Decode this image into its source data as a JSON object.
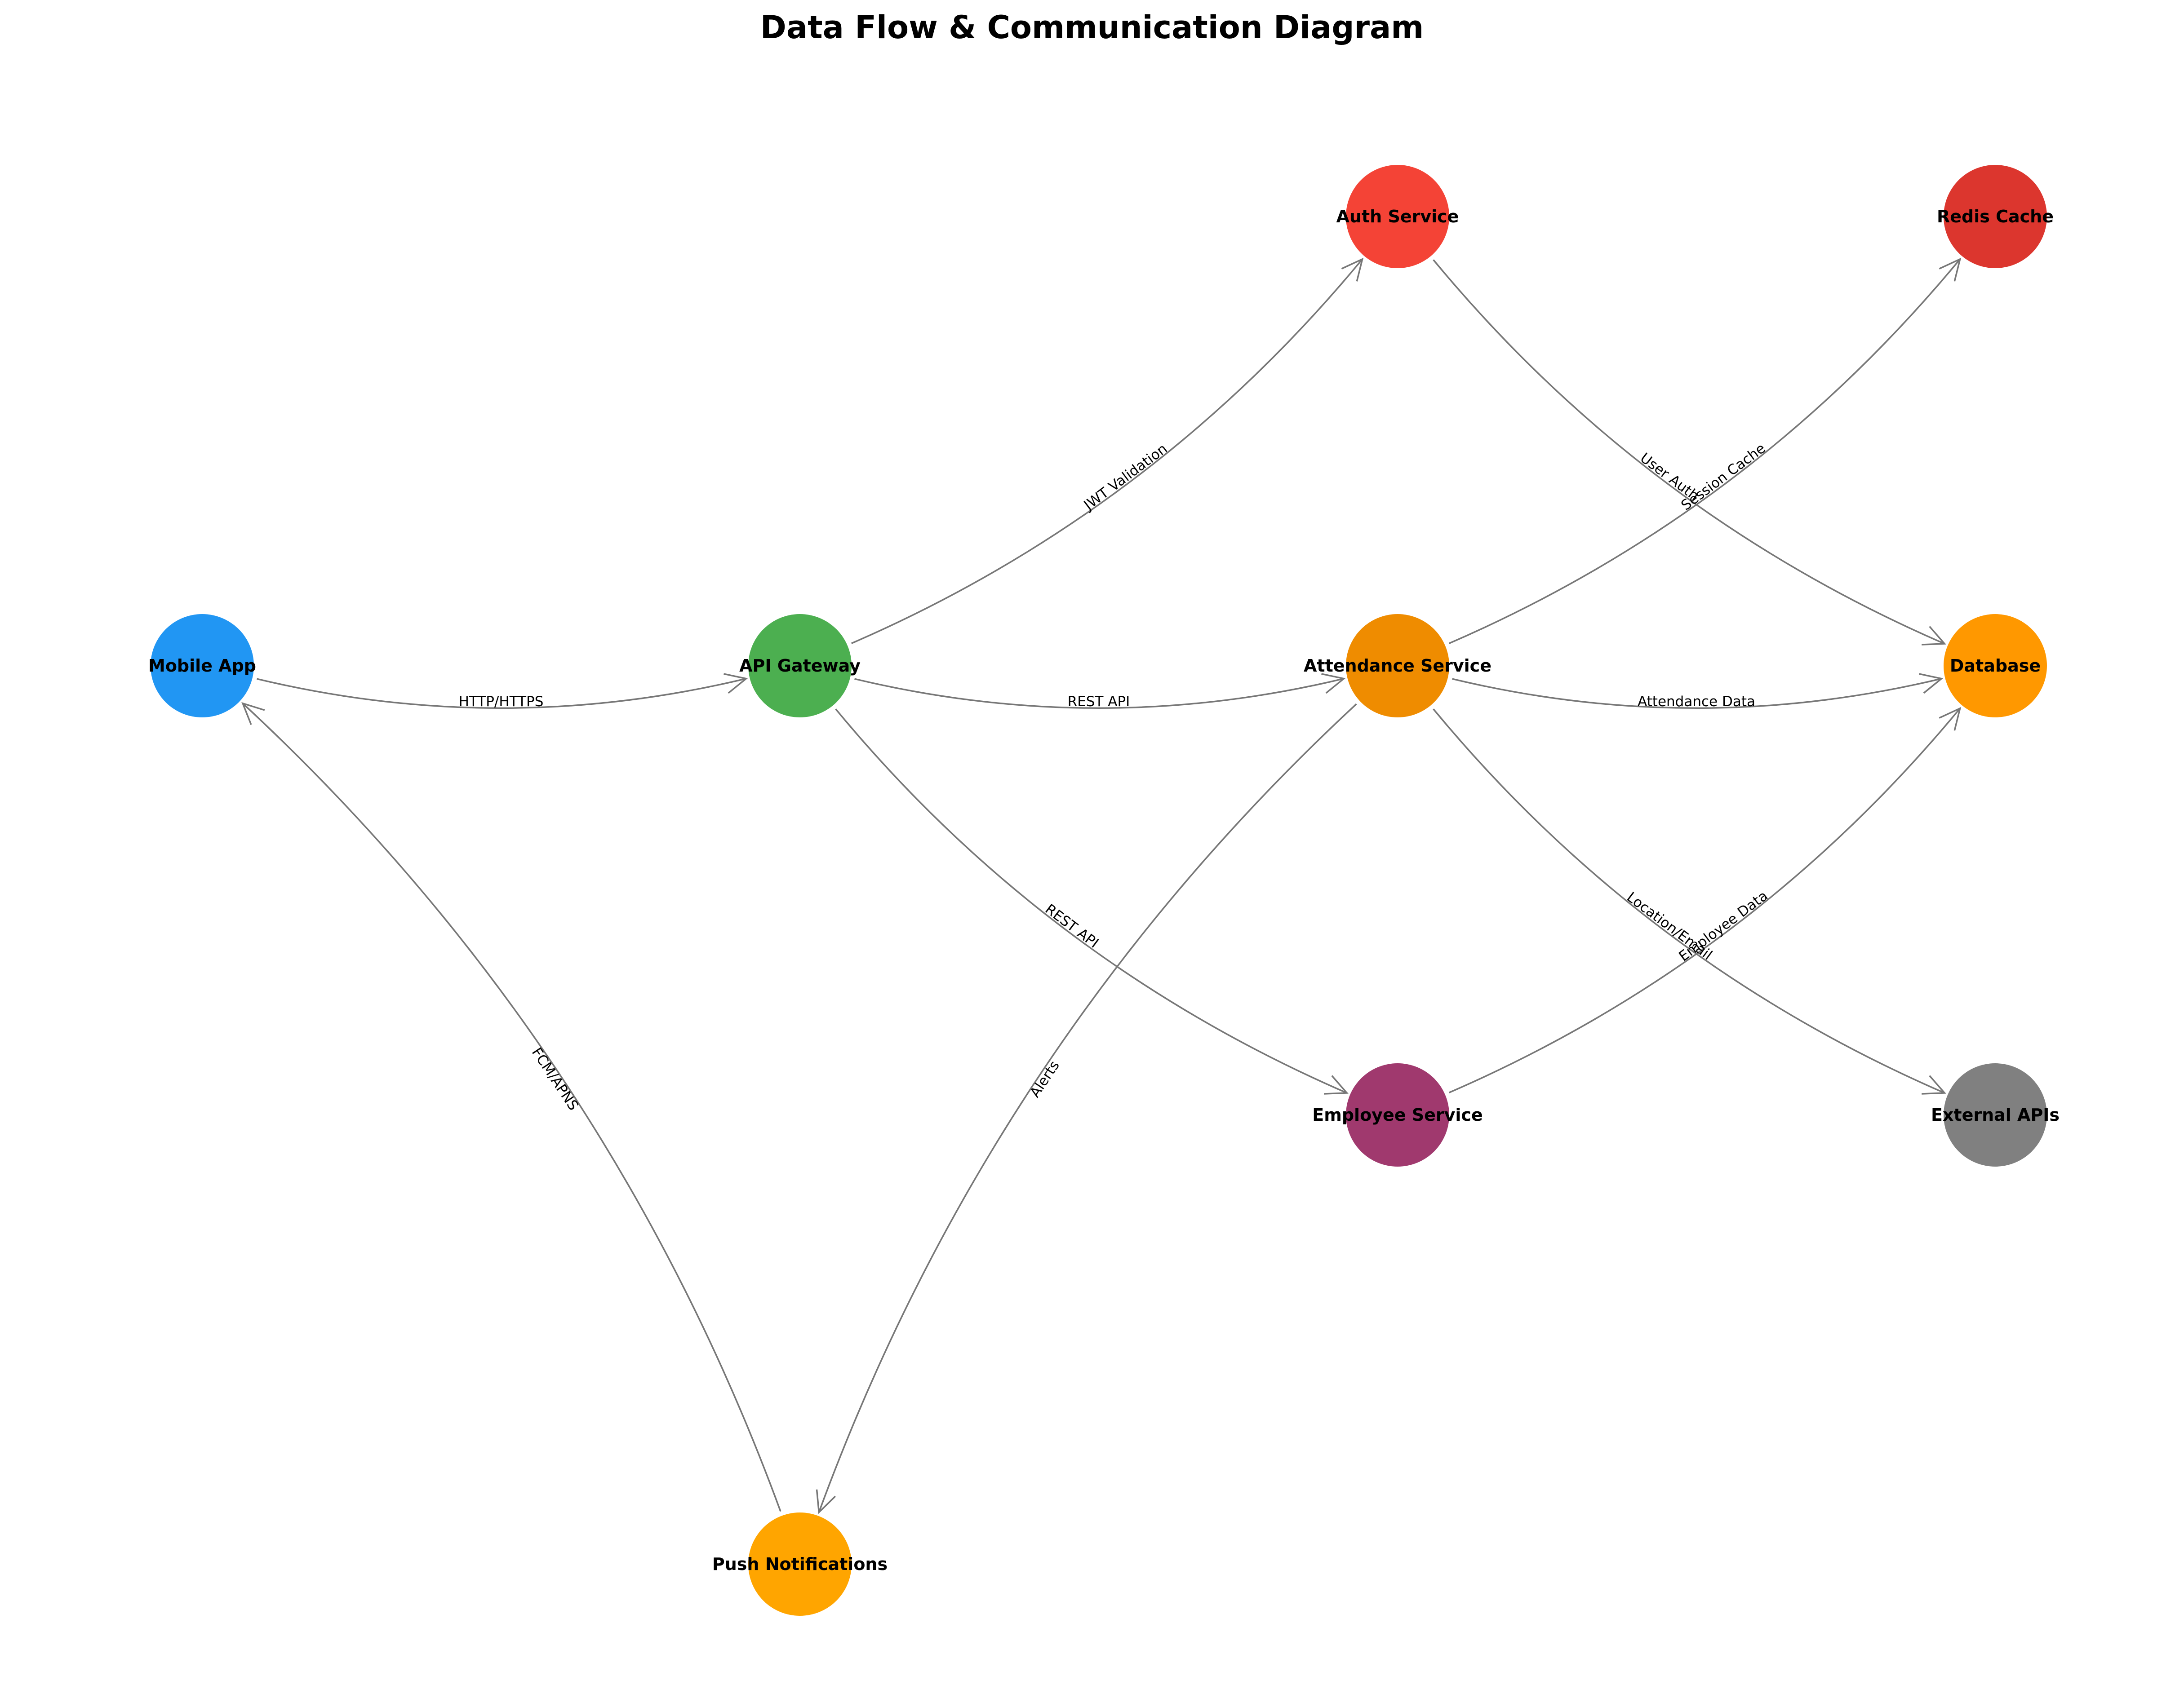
{
  "title": "Data Flow & Communication Diagram",
  "nodes": [
    {
      "id": "mobile",
      "label": "Mobile App",
      "color": "#2196F3"
    },
    {
      "id": "gateway",
      "label": "API Gateway",
      "color": "#4CAF50"
    },
    {
      "id": "auth",
      "label": "Auth Service",
      "color": "#F44336"
    },
    {
      "id": "attendance",
      "label": "Attendance Service",
      "color": "#EF8C00"
    },
    {
      "id": "employee",
      "label": "Employee Service",
      "color": "#A0396E"
    },
    {
      "id": "database",
      "label": "Database",
      "color": "#FF9800"
    },
    {
      "id": "redis",
      "label": "Redis Cache",
      "color": "#DC362E"
    },
    {
      "id": "external",
      "label": "External APIs",
      "color": "#808080"
    },
    {
      "id": "push",
      "label": "Push Notifications",
      "color": "#FFA500"
    }
  ],
  "edges": [
    {
      "from": "mobile",
      "to": "gateway",
      "label": "HTTP/HTTPS"
    },
    {
      "from": "gateway",
      "to": "auth",
      "label": "JWT Validation"
    },
    {
      "from": "gateway",
      "to": "attendance",
      "label": "REST API"
    },
    {
      "from": "gateway",
      "to": "employee",
      "label": "REST API"
    },
    {
      "from": "auth",
      "to": "database",
      "label": "User Auth"
    },
    {
      "from": "attendance",
      "to": "redis",
      "label": "Session Cache"
    },
    {
      "from": "attendance",
      "to": "database",
      "label": "Attendance Data"
    },
    {
      "from": "attendance",
      "to": "external",
      "label": "Location/Email"
    },
    {
      "from": "employee",
      "to": "database",
      "label": "Employee Data"
    },
    {
      "from": "attendance",
      "to": "push",
      "label": "Alerts"
    },
    {
      "from": "push",
      "to": "mobile",
      "label": "FCM/APNS"
    }
  ]
}
